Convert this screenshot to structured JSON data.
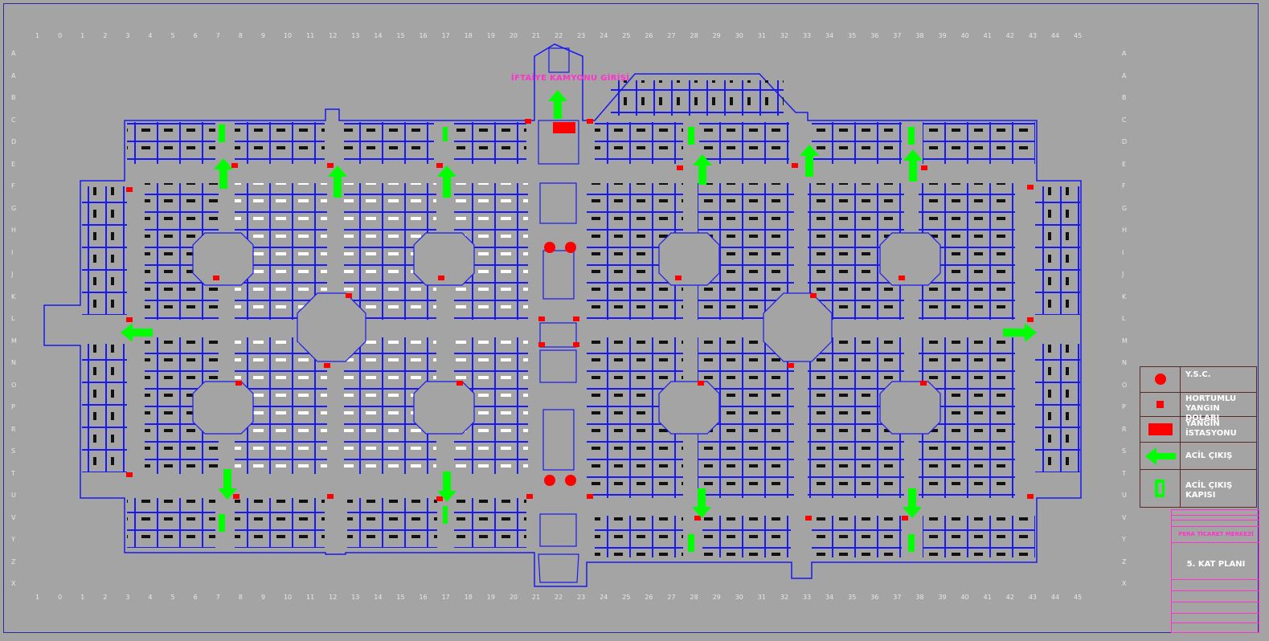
{
  "drawing": {
    "entry_label": "İFTAİYE KAMYONU GİRİŞİ",
    "company": "PERA TİCARET MERKEZİ",
    "sheet_title": "5. KAT PLANI"
  },
  "grid": {
    "columns": [
      "1",
      "0",
      "1",
      "2",
      "3",
      "4",
      "5",
      "6",
      "7",
      "8",
      "9",
      "10",
      "11",
      "12",
      "13",
      "14",
      "15",
      "16",
      "17",
      "18",
      "19",
      "20",
      "21",
      "22",
      "23",
      "24",
      "25",
      "26",
      "27",
      "28",
      "29",
      "30",
      "31",
      "32",
      "33",
      "34",
      "35",
      "36",
      "37",
      "38",
      "39",
      "40",
      "41",
      "42",
      "43",
      "44",
      "45"
    ],
    "rows": [
      "A",
      "A",
      "B",
      "C",
      "D",
      "E",
      "F",
      "G",
      "H",
      "I",
      "J",
      "K",
      "L",
      "M",
      "N",
      "O",
      "P",
      "R",
      "S",
      "T",
      "U",
      "V",
      "Y",
      "Z",
      "X"
    ]
  },
  "legend": [
    {
      "symbol": "circle-red",
      "label": "Y.S.C."
    },
    {
      "symbol": "small-square-red",
      "label": "HORTUMLU\nYANGIN DOLABI"
    },
    {
      "symbol": "rect-red",
      "label": "YANGIN\nİSTASYONU"
    },
    {
      "symbol": "arrow-green",
      "label": "ACİL ÇIKIŞ"
    },
    {
      "symbol": "door-green",
      "label": "ACİL ÇIKIŞ\nKAPISI"
    }
  ],
  "colors": {
    "background": "#a4a4a4",
    "walls": "#1a1aee",
    "fire": "#ff0000",
    "exit": "#00ff00",
    "accent": "#ff33cc"
  }
}
